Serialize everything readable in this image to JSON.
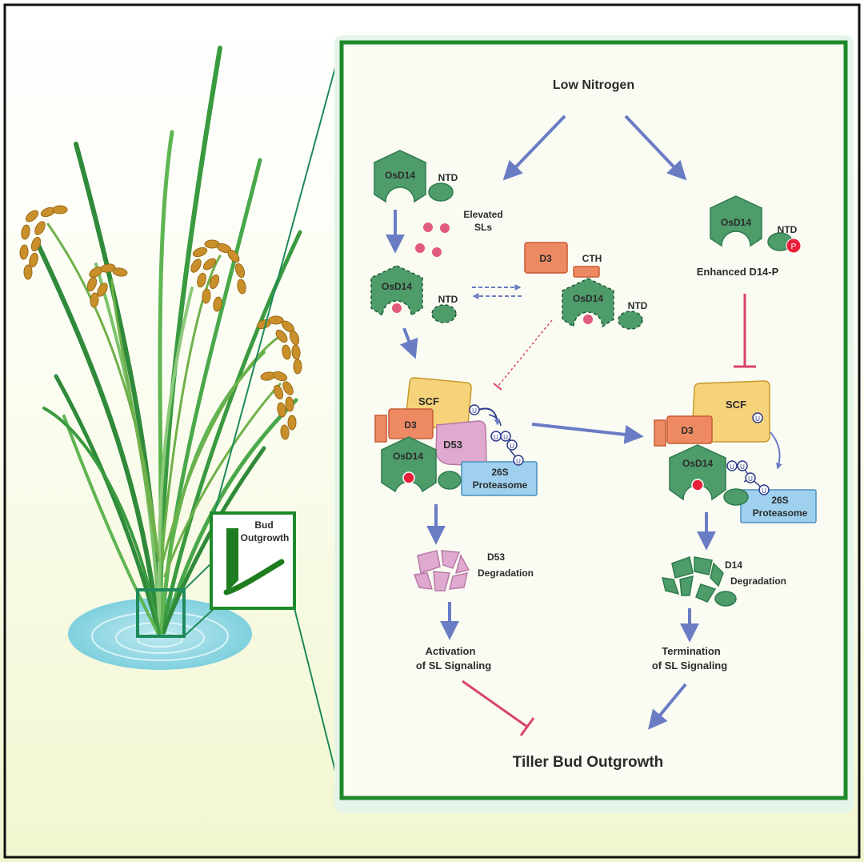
{
  "inset": {
    "bud_outgrowth": "Bud Outgrowth",
    "bud_line1": "Bud",
    "bud_line2": "Outgrowth"
  },
  "diagram": {
    "low_nitrogen": "Low Nitrogen",
    "osd14": "OsD14",
    "ntd": "NTD",
    "elevated_sls_line1": "Elevated",
    "elevated_sls_line2": "SLs",
    "d3": "D3",
    "cth": "CTH",
    "phospho": "P",
    "enhanced_d14p": "Enhanced D14-P",
    "scf": "SCF",
    "d53": "D53",
    "ub": "U",
    "proteasome_line1": "26S",
    "proteasome_line2": "Proteasome",
    "d53_deg_line1": "D53",
    "d53_deg_line2": "Degradation",
    "d14_deg_line1": "D14",
    "d14_deg_line2": "Degradation",
    "activation_line1": "Activation",
    "activation_line2": "of SL Signaling",
    "termination_line1": "Termination",
    "termination_line2": "of SL Signaling",
    "tiller": "Tiller Bud Outgrowth"
  },
  "colors": {
    "arrow": "#6a7cc4",
    "inhibit": "#d9436a",
    "osd14": "#4f9c6b",
    "sl": "#e25b7c",
    "d3": "#ee8a63",
    "scf": "#f6d27a",
    "d53": "#e0a9d0",
    "proteasome": "#9fd1ef",
    "frame": "#1f8a2c"
  }
}
